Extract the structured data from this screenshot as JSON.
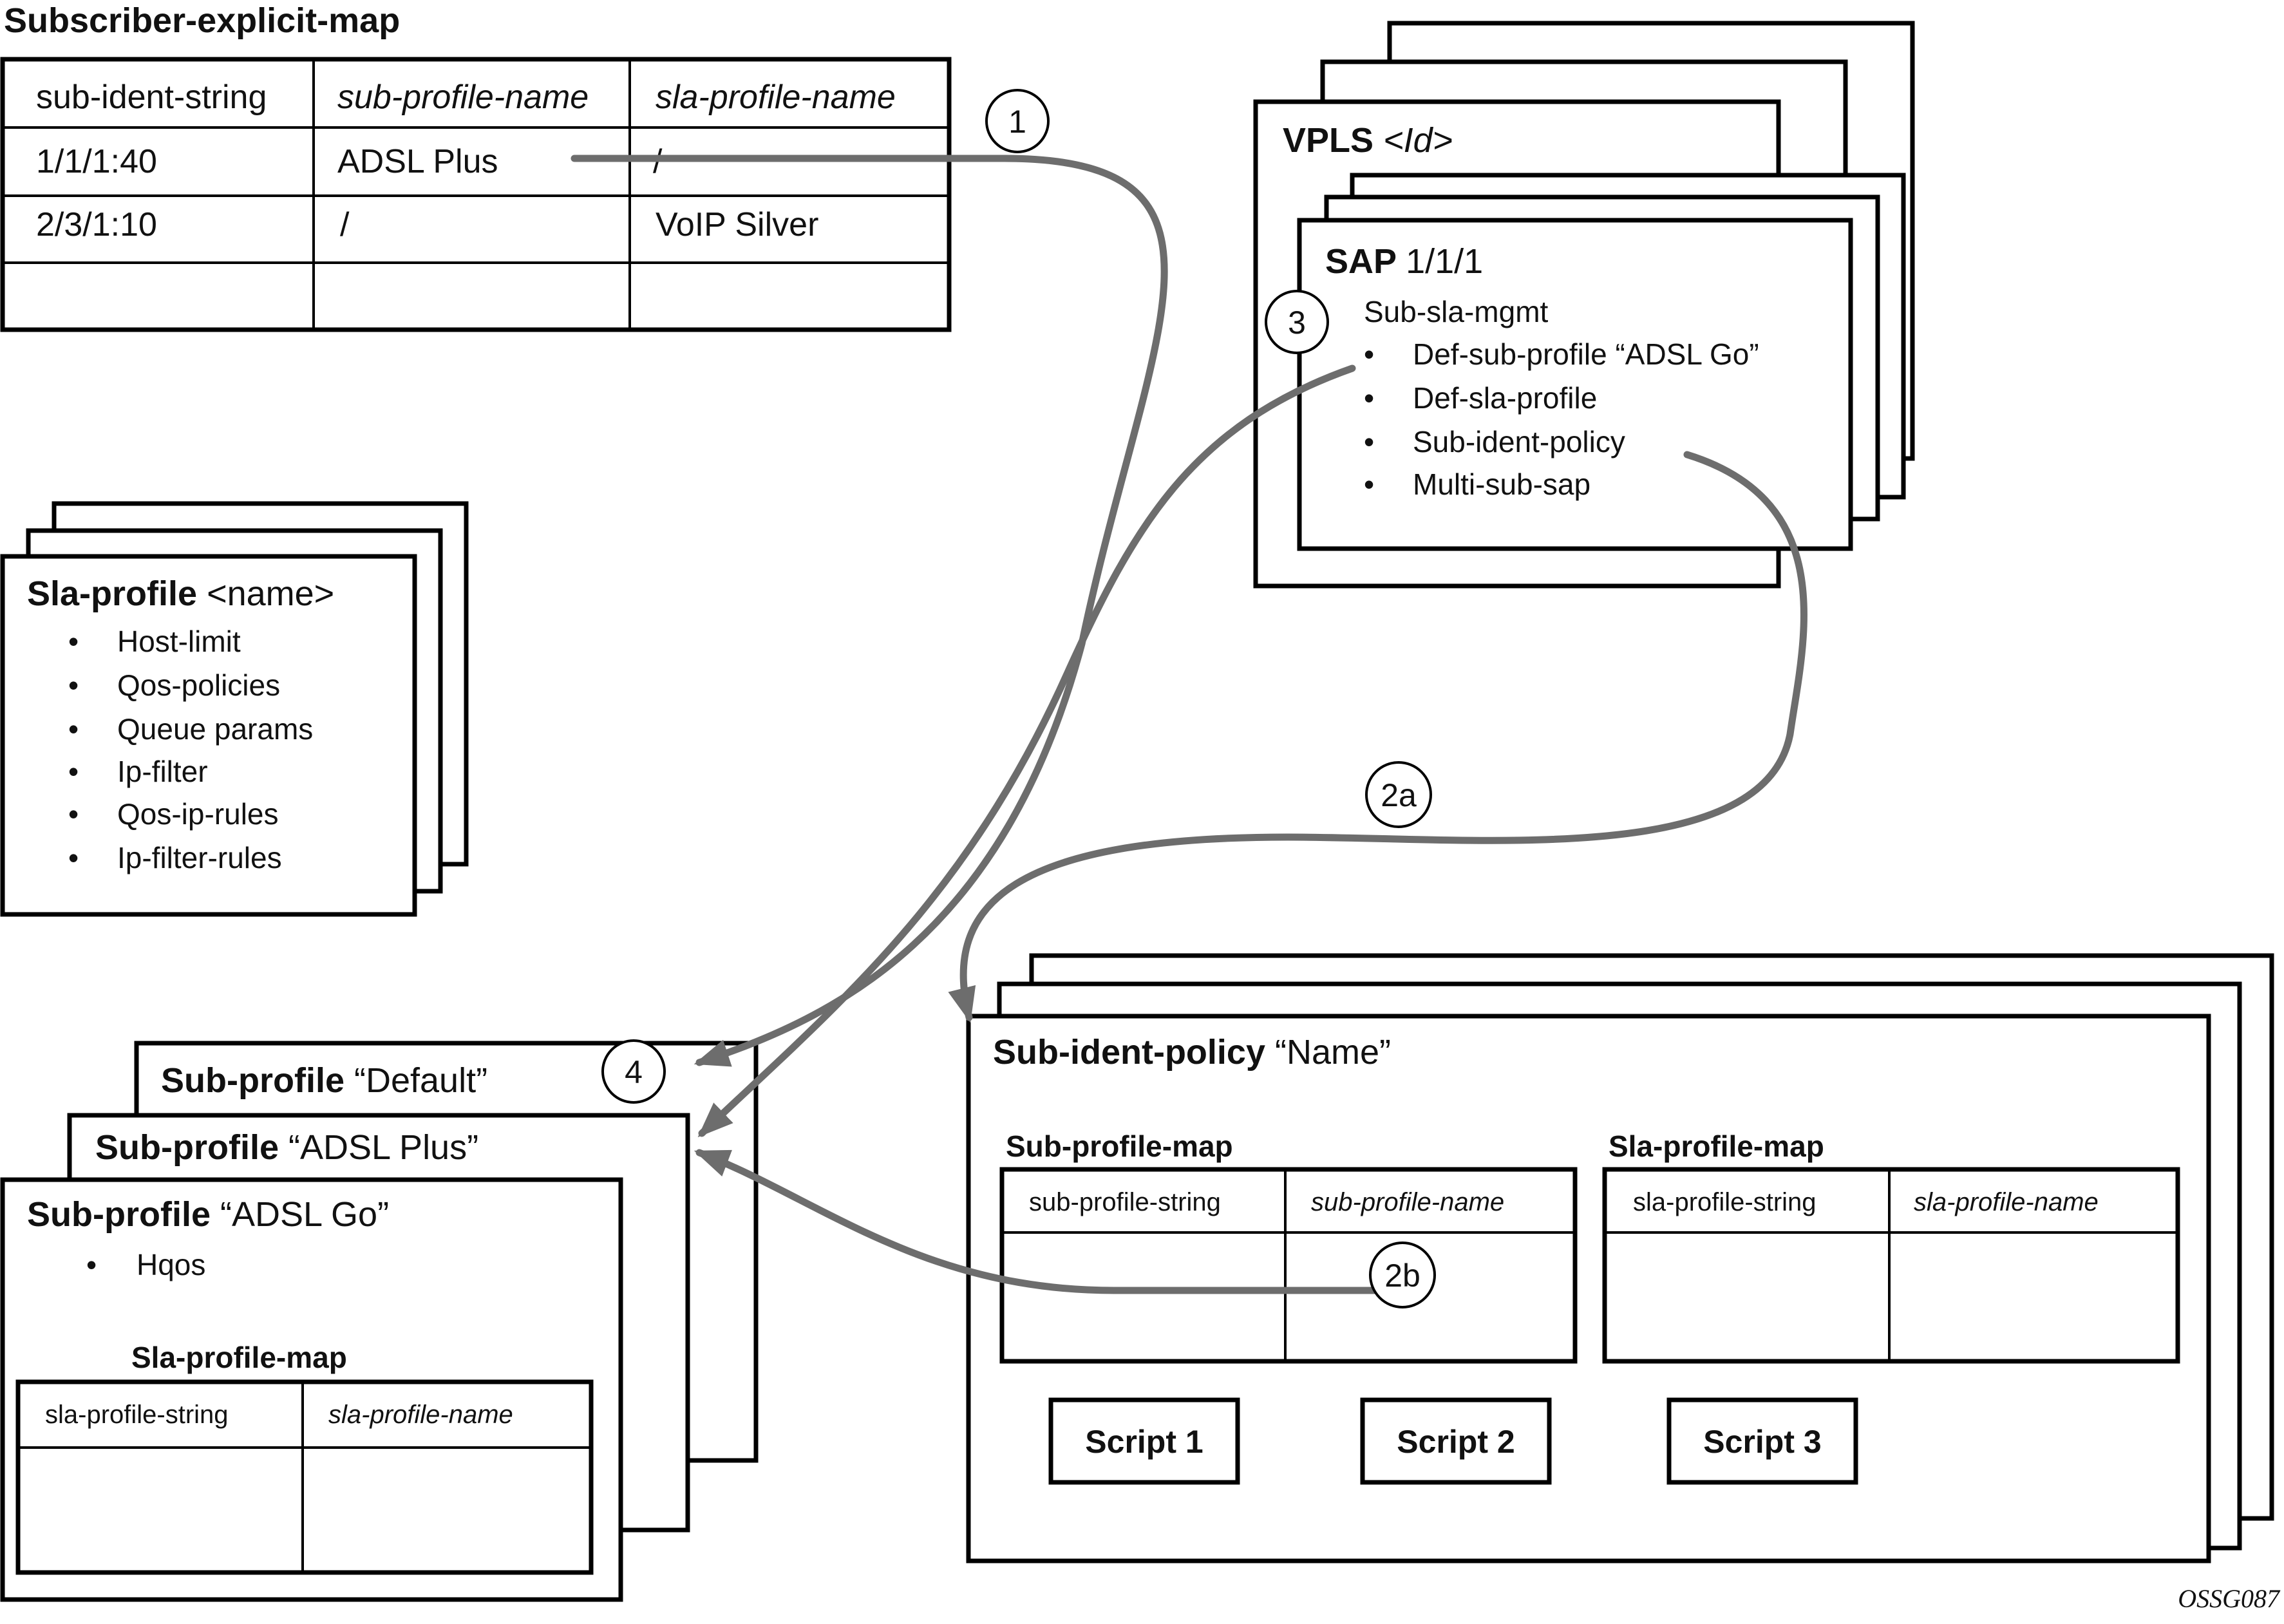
{
  "explicit_map": {
    "title": "Subscriber-explicit-map",
    "headers": [
      "sub-ident-string",
      "sub-profile-name",
      "sla-profile-name"
    ],
    "rows": [
      [
        "1/1/1:40",
        "ADSL Plus",
        "/"
      ],
      [
        "2/3/1:10",
        "/",
        "VoIP Silver"
      ],
      [
        "",
        "",
        ""
      ]
    ]
  },
  "vpls": {
    "keyword": "VPLS",
    "param": "<Id>"
  },
  "sap": {
    "keyword": "SAP",
    "param": "1/1/1",
    "heading": "Sub-sla-mgmt",
    "bullets": [
      "Def-sub-profile “ADSL Go”",
      "Def-sla-profile",
      "Sub-ident-policy",
      "Multi-sub-sap"
    ]
  },
  "sla_profile": {
    "keyword": "Sla-profile",
    "param": "<name>",
    "bullets": [
      "Host-limit",
      "Qos-policies",
      "Queue params",
      "Ip-filter",
      "Qos-ip-rules",
      "Ip-filter-rules"
    ]
  },
  "sub_profiles": {
    "default": {
      "keyword": "Sub-profile",
      "param": "“Default”"
    },
    "plus": {
      "keyword": "Sub-profile",
      "param": "“ADSL Plus”"
    },
    "go": {
      "keyword": "Sub-profile",
      "param": "“ADSL Go”",
      "bullets": [
        "Hqos"
      ],
      "map_title": "Sla-profile-map",
      "map_headers": [
        "sla-profile-string",
        "sla-profile-name"
      ]
    }
  },
  "sub_ident_policy": {
    "keyword": "Sub-ident-policy",
    "param": "“Name”",
    "sub_profile_map": {
      "title": "Sub-profile-map",
      "headers": [
        "sub-profile-string",
        "sub-profile-name"
      ]
    },
    "sla_profile_map": {
      "title": "Sla-profile-map",
      "headers": [
        "sla-profile-string",
        "sla-profile-name"
      ]
    },
    "scripts": [
      "Script 1",
      "Script 2",
      "Script 3"
    ]
  },
  "callouts": {
    "c1": "1",
    "c2a": "2a",
    "c2b": "2b",
    "c3": "3",
    "c4": "4"
  },
  "figure_id": "OSSG087",
  "colors": {
    "arrow": "#6d6d6d",
    "line": "#000000",
    "background": "#ffffff"
  }
}
